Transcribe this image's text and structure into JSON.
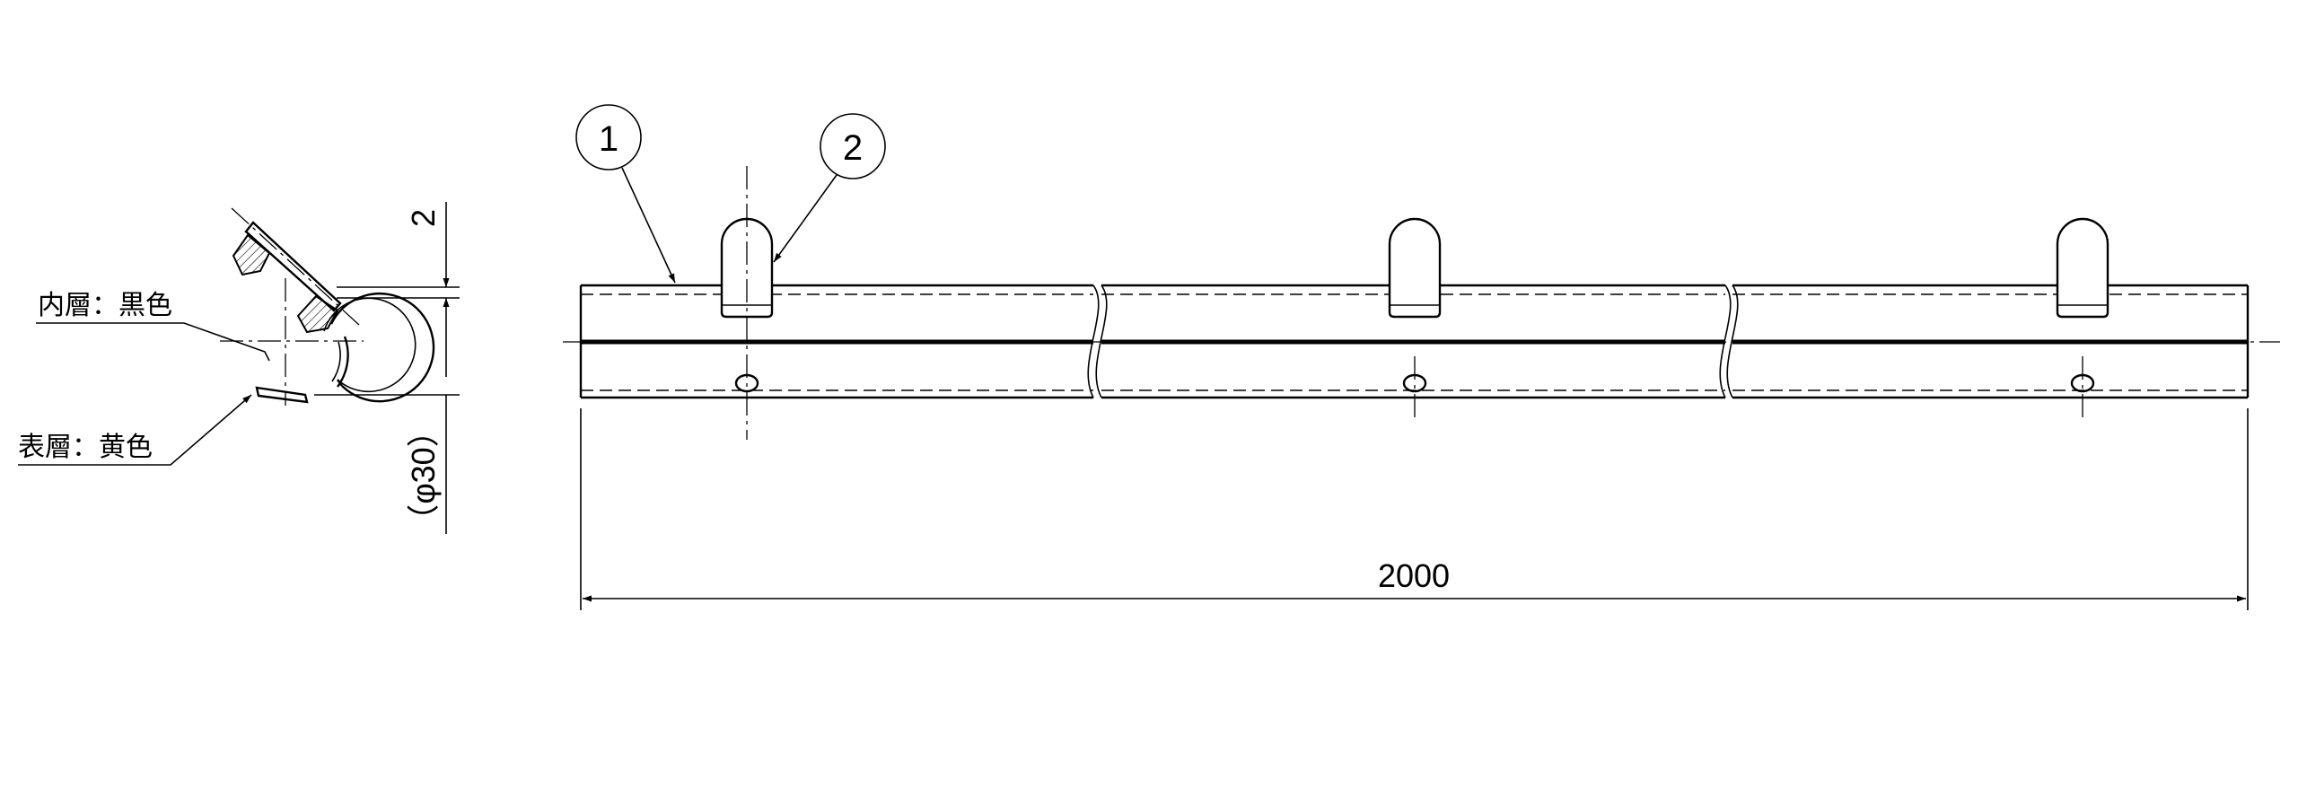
{
  "labels": {
    "inner_layer": "内層：黒色",
    "surface_layer": "表層：黄色"
  },
  "dimensions": {
    "overall_length": "2000",
    "wall_thickness": "2",
    "diameter": "（φ30）"
  },
  "balloons": [
    "1",
    "2"
  ]
}
